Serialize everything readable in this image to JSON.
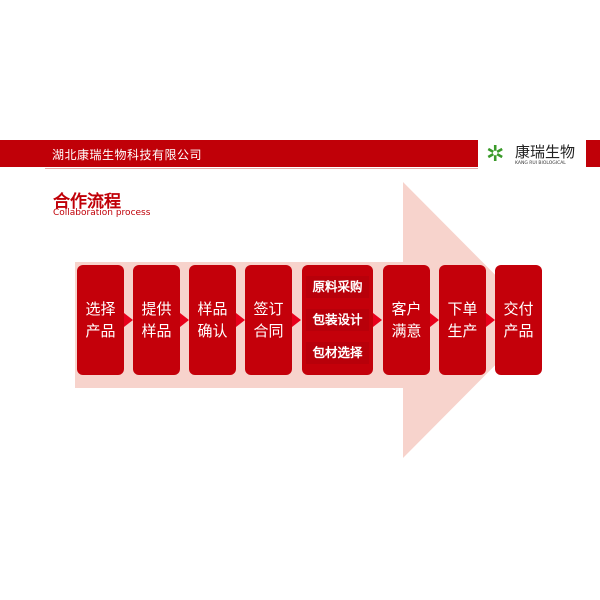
{
  "header": {
    "company": "湖北康瑞生物科技有限公司",
    "logo_cn": "康瑞生物",
    "logo_en": "KANG RUI BIOLOGICAL"
  },
  "title": "合作流程",
  "subtitle": "Collaboration process",
  "steps": [
    {
      "line1": "选择",
      "line2": "产品"
    },
    {
      "line1": "提供",
      "line2": "样品"
    },
    {
      "line1": "样品",
      "line2": "确认"
    },
    {
      "line1": "签订",
      "line2": "合同"
    },
    {
      "items": [
        "原料采购",
        "包装设计",
        "包材选择"
      ]
    },
    {
      "line1": "客户",
      "line2": "满意"
    },
    {
      "line1": "下单",
      "line2": "生产"
    },
    {
      "line1": "交付",
      "line2": "产品"
    }
  ],
  "colors": {
    "accent": "#c00008",
    "arrow_bg": "#f7d3cc"
  }
}
